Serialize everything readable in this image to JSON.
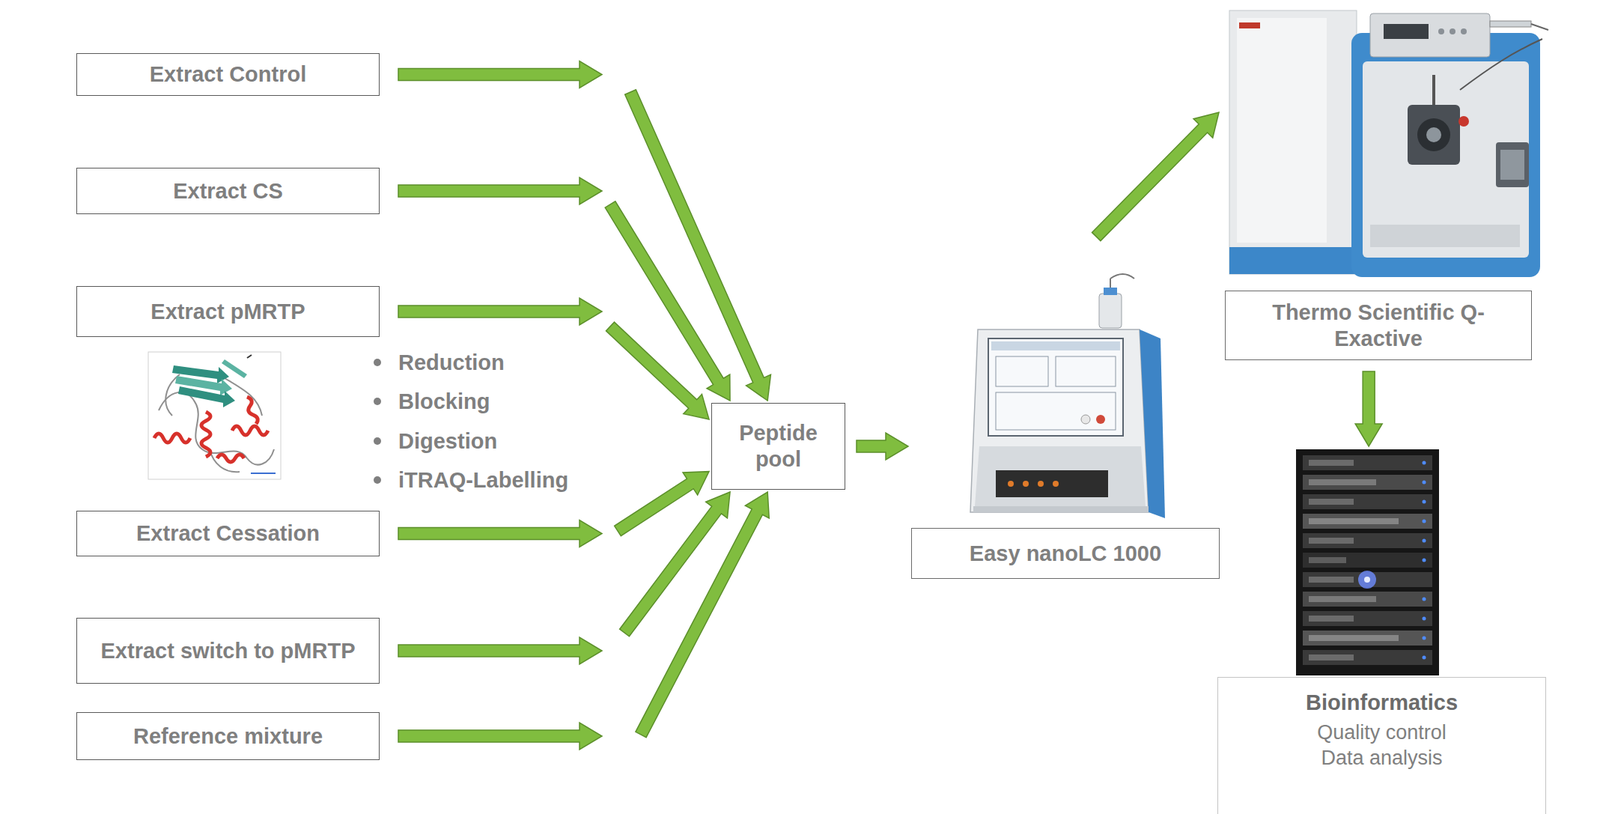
{
  "diagram": {
    "nodes": [
      {
        "text": [
          "Extract Control"
        ]
      },
      {
        "text": [
          "Extract CS"
        ]
      },
      {
        "text": [
          "Extract pMRTP"
        ]
      },
      {
        "text": [
          "Extract Cessation"
        ]
      },
      {
        "text": [
          "Extract switch to pMRTP"
        ]
      },
      {
        "text": [
          "Reference mixture"
        ]
      },
      {
        "text": [
          "Peptide pool"
        ]
      },
      {
        "text": [
          "Easy nanoLC 1000"
        ]
      },
      {
        "text": [
          "Thermo Scientific Q-Exactive"
        ]
      },
      {
        "text": [
          "Bioinformatics",
          "Quality control",
          "Data analysis"
        ]
      }
    ],
    "edges": [
      {
        "from": 0,
        "to": 6,
        "arrow": "to"
      },
      {
        "from": 1,
        "to": 6,
        "arrow": "to"
      },
      {
        "from": 2,
        "to": 6,
        "arrow": "to"
      },
      {
        "from": 3,
        "to": 6,
        "arrow": "to"
      },
      {
        "from": 4,
        "to": 6,
        "arrow": "to"
      },
      {
        "from": 5,
        "to": 6,
        "arrow": "to"
      },
      {
        "from": 6,
        "to": 7,
        "arrow": "to"
      },
      {
        "from": 7,
        "to": 8,
        "arrow": "to"
      },
      {
        "from": 8,
        "to": 9,
        "arrow": "to"
      }
    ],
    "labels": [
      "Reduction",
      "Blocking",
      "Digestion",
      "iTRAQ-Labelling"
    ]
  }
}
